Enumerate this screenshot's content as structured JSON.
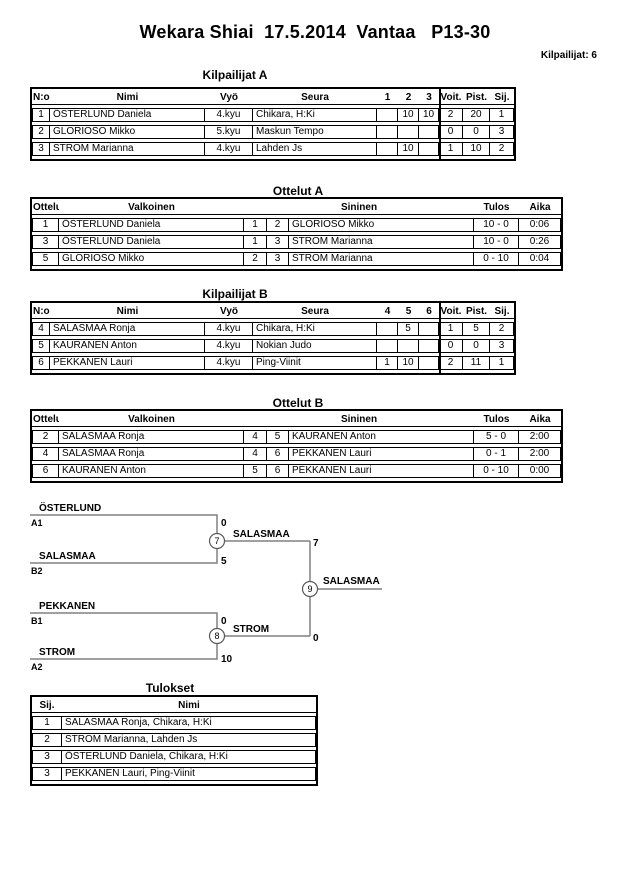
{
  "header": {
    "title": "Wekara Shiai  17.5.2014  Vantaa   P13-30",
    "competitors_count": "Kilpailijat: 6"
  },
  "kilpailijat_a": {
    "heading": "Kilpailijat A",
    "headers": [
      "N:o",
      "Nimi",
      "Vyö",
      "Seura",
      "1",
      "2",
      "3",
      "Voit.",
      "Pist.",
      "Sij."
    ],
    "rows": [
      [
        "1",
        "ÖSTERLUND Daniela",
        "4.kyu",
        "Chikara, H:Ki",
        "",
        "10",
        "10",
        "2",
        "20",
        "1"
      ],
      [
        "2",
        "GLORIOSO Mikko",
        "5.kyu",
        "Maskun Tempo",
        "",
        "",
        "",
        "0",
        "0",
        "3"
      ],
      [
        "3",
        "STROM Marianna",
        "4.kyu",
        "Lahden Js",
        "",
        "10",
        "",
        "1",
        "10",
        "2"
      ]
    ]
  },
  "ottelut_a": {
    "heading": "Ottelut A",
    "headers": [
      "Ottelu",
      "Valkoinen",
      "Sininen",
      "Tulos",
      "Aika"
    ],
    "rows": [
      [
        "1",
        "ÖSTERLUND Daniela",
        "1",
        "2",
        "GLORIOSO Mikko",
        "10 - 0",
        "0:06"
      ],
      [
        "3",
        "ÖSTERLUND Daniela",
        "1",
        "3",
        "STROM Marianna",
        "10 - 0",
        "0:26"
      ],
      [
        "5",
        "GLORIOSO Mikko",
        "2",
        "3",
        "STROM Marianna",
        "0 - 10",
        "0:04"
      ]
    ]
  },
  "kilpailijat_b": {
    "heading": "Kilpailijat B",
    "headers": [
      "N:o",
      "Nimi",
      "Vyö",
      "Seura",
      "4",
      "5",
      "6",
      "Voit.",
      "Pist.",
      "Sij."
    ],
    "rows": [
      [
        "4",
        "SALASMAA Ronja",
        "4.kyu",
        "Chikara, H:Ki",
        "",
        "5",
        "",
        "1",
        "5",
        "2"
      ],
      [
        "5",
        "KAURANEN Anton",
        "4.kyu",
        "Nokian Judo",
        "",
        "",
        "",
        "0",
        "0",
        "3"
      ],
      [
        "6",
        "PEKKANEN Lauri",
        "4.kyu",
        "Ping-Viinit",
        "1",
        "10",
        "",
        "2",
        "11",
        "1"
      ]
    ]
  },
  "ottelut_b": {
    "heading": "Ottelut B",
    "headers": [
      "Ottelu",
      "Valkoinen",
      "Sininen",
      "Tulos",
      "Aika"
    ],
    "rows": [
      [
        "2",
        "SALASMAA Ronja",
        "4",
        "5",
        "KAURANEN Anton",
        "5 - 0",
        "2:00"
      ],
      [
        "4",
        "SALASMAA Ronja",
        "4",
        "6",
        "PEKKANEN Lauri",
        "0 - 1",
        "2:00"
      ],
      [
        "6",
        "KAURANEN Anton",
        "5",
        "6",
        "PEKKANEN Lauri",
        "0 - 10",
        "0:00"
      ]
    ]
  },
  "bracket": {
    "semi1": {
      "top_name": "ÖSTERLUND",
      "top_seed": "A1",
      "top_score": "0",
      "bottom_name": "SALASMAA",
      "bottom_seed": "B2",
      "bottom_score": "5",
      "match_no": "7",
      "winner": "SALASMAA",
      "winner_score": "7"
    },
    "semi2": {
      "top_name": "PEKKANEN",
      "top_seed": "B1",
      "top_score": "0",
      "bottom_name": "STROM",
      "bottom_seed": "A2",
      "bottom_score": "10",
      "match_no": "8",
      "winner": "STROM",
      "winner_score": "0"
    },
    "final": {
      "match_no": "9",
      "winner": "SALASMAA"
    }
  },
  "tulokset": {
    "heading": "Tulokset",
    "headers": [
      "Sij.",
      "Nimi"
    ],
    "rows": [
      [
        "1",
        "SALASMAA Ronja, Chikara, H:Ki"
      ],
      [
        "2",
        "STROM Marianna, Lahden Js"
      ],
      [
        "3",
        "ÖSTERLUND Daniela, Chikara, H:Ki"
      ],
      [
        "3",
        "PEKKANEN Lauri, Ping-Viinit"
      ]
    ]
  },
  "colors": {
    "bracket_line": "#808080",
    "border": "#000000"
  }
}
